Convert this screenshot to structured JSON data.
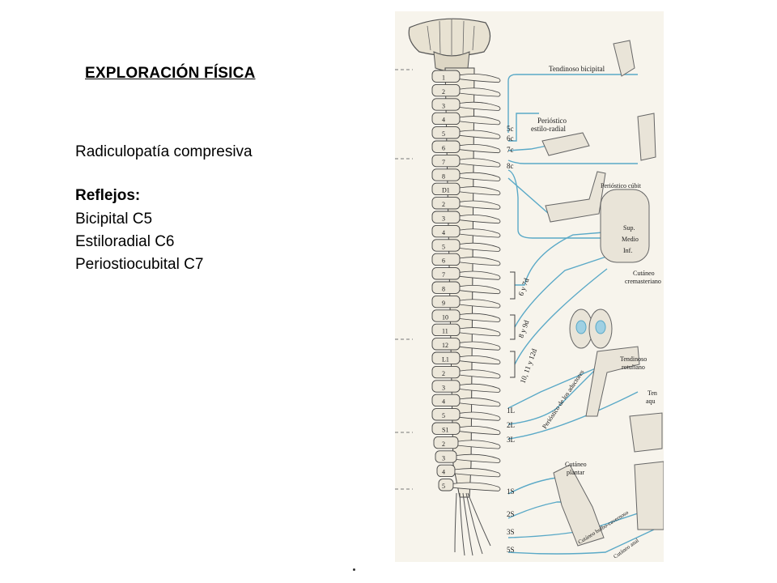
{
  "slide": {
    "title": "EXPLORACIÓN FÍSICA",
    "condition": "Radiculopatía compresiva",
    "reflexes_heading": "Reflejos:",
    "reflexes": [
      "Bicipital C5",
      "Estiloradial C6",
      "Periostiocubital C7"
    ]
  },
  "figure": {
    "vertebrae_cervical": [
      "1",
      "2",
      "3",
      "4",
      "5",
      "6",
      "7",
      "8"
    ],
    "vertebrae_thoracic": [
      "D1",
      "2",
      "3",
      "4",
      "5",
      "6",
      "7",
      "8",
      "9",
      "10",
      "11",
      "12"
    ],
    "vertebrae_lumbar": [
      "L1",
      "2",
      "3",
      "4",
      "5"
    ],
    "vertebrae_sacral": [
      "S1",
      "2",
      "3",
      "4",
      "5"
    ],
    "root_labels": [
      "5c",
      "6c",
      "7c",
      "8c",
      "1L",
      "2L",
      "3L",
      "1S",
      "2S",
      "3S",
      "5S"
    ],
    "segment_labels": [
      "6 y 7d",
      "8 y 9d",
      "10, 11 y 12d"
    ],
    "reflex_labels": {
      "bicipital": "Tendinoso bicipital",
      "estilo_radial_1": "Perióstico",
      "estilo_radial_2": "estilo-radial",
      "cubital": "Perióstico cúbit",
      "abd_sup": "Sup.",
      "abd_medio": "Medio",
      "abd_inf": "Inf.",
      "cremaster_1": "Cutáneo",
      "cremaster_2": "cremasteriano",
      "rotuliano_1": "Tendinoso",
      "rotuliano_2": "rotuliano",
      "aquileo_1": "Ten",
      "aquileo_2": "aqu",
      "aductores": "Perióstico de los aductores",
      "plantar_1": "Cutáneo",
      "plantar_2": "plantar",
      "bulbo": "Cutáneo bulbo-cavernoso",
      "anal": "Cutáneo anal"
    }
  }
}
